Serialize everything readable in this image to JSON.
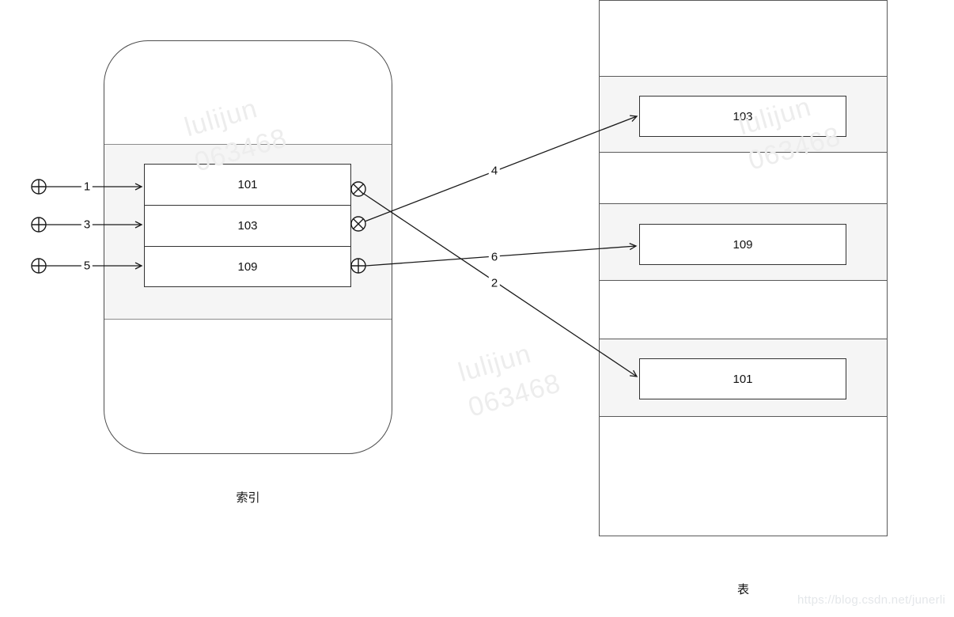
{
  "index_panel": {
    "label": "索引",
    "rows": [
      {
        "value": "101",
        "pointer_label": "1",
        "pointer_icon": "circle-plus-icon",
        "exit_icon": "circle-cross-icon"
      },
      {
        "value": "103",
        "pointer_label": "3",
        "pointer_icon": "circle-plus-icon",
        "exit_icon": "circle-cross-icon"
      },
      {
        "value": "109",
        "pointer_label": "5",
        "pointer_icon": "circle-plus-icon",
        "exit_icon": "circle-plus-icon"
      }
    ]
  },
  "table_panel": {
    "label": "表",
    "cells": [
      {
        "value": "103"
      },
      {
        "value": "109"
      },
      {
        "value": "101"
      }
    ]
  },
  "arrows": [
    {
      "label": "4",
      "from": "103",
      "to": "103"
    },
    {
      "label": "6",
      "from": "109",
      "to": "109"
    },
    {
      "label": "2",
      "from": "101",
      "to": "101"
    }
  ],
  "watermarks": {
    "name_line1": "lulijun",
    "name_line2": "063468",
    "url": "https://blog.csdn.net/junerli"
  },
  "colors": {
    "band_fill": "#f5f5f5",
    "line": "#1a1a1a",
    "box_border": "#333333",
    "table_border": "#595959",
    "watermark": "#ededed",
    "watermark_url": "#e4e7ea"
  }
}
